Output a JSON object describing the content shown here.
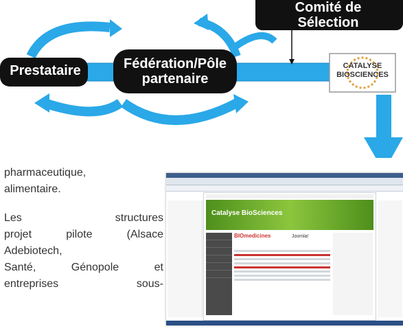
{
  "diagram": {
    "nodes": {
      "prestataire": "Prestataire",
      "federation": "Fédération/Pôle\npartenaire",
      "committee": "Comité de\nSélection",
      "catalyse_logo": "CATALYSE\nBIOSCIENCES"
    },
    "colors": {
      "arrow_blue": "#2aa8e8",
      "node_black": "#111111",
      "node_text": "#ffffff"
    }
  },
  "body_text": {
    "line1": "pharmaceutique,",
    "line2": "alimentaire.",
    "line3": "Les structures",
    "line4": "projet pilote (Alsace",
    "line5": "Adebiotech,",
    "line6": "Santé, Génopole et",
    "line7": "entreprises sous-"
  },
  "screenshot": {
    "banner_title": "Catalyse BioSciences",
    "bio_logo": "BIOmedicines",
    "cms_logo": "Joomla!"
  }
}
